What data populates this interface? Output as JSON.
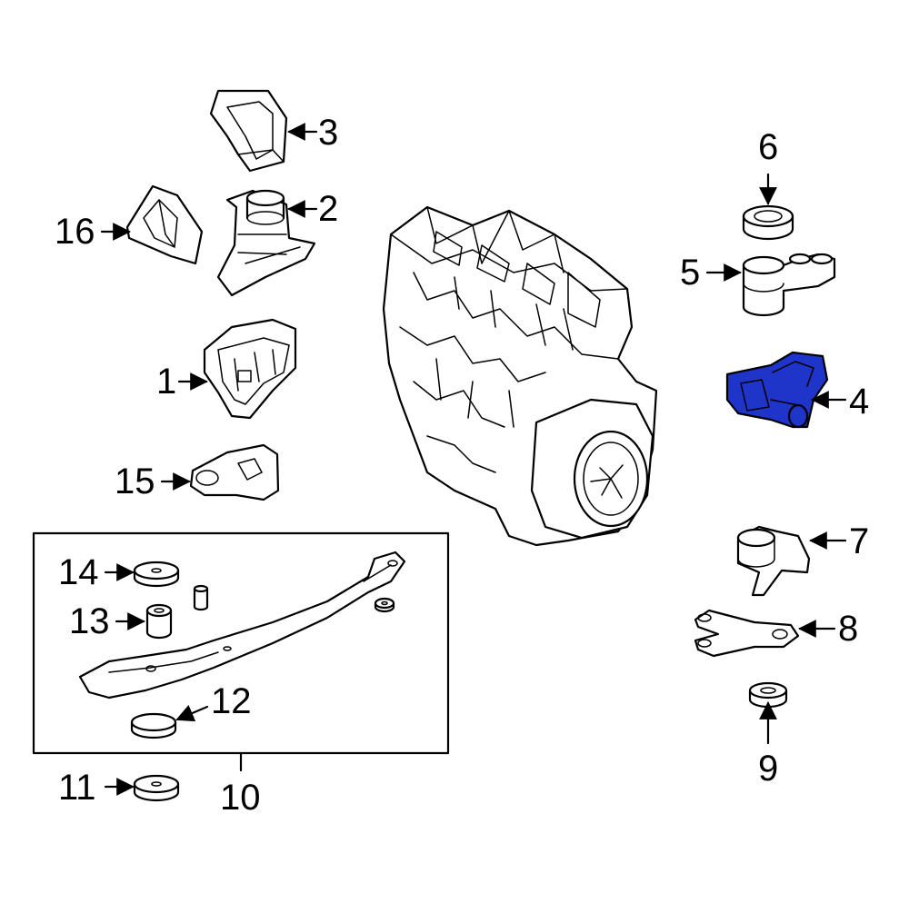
{
  "diagram": {
    "highlight_color": "#1f35c9",
    "highlighted_part": "4",
    "callouts": {
      "c1": "1",
      "c2": "2",
      "c3": "3",
      "c4": "4",
      "c5": "5",
      "c6": "6",
      "c7": "7",
      "c8": "8",
      "c9": "9",
      "c10": "10",
      "c11": "11",
      "c12": "12",
      "c13": "13",
      "c14": "14",
      "c15": "15",
      "c16": "16"
    }
  }
}
